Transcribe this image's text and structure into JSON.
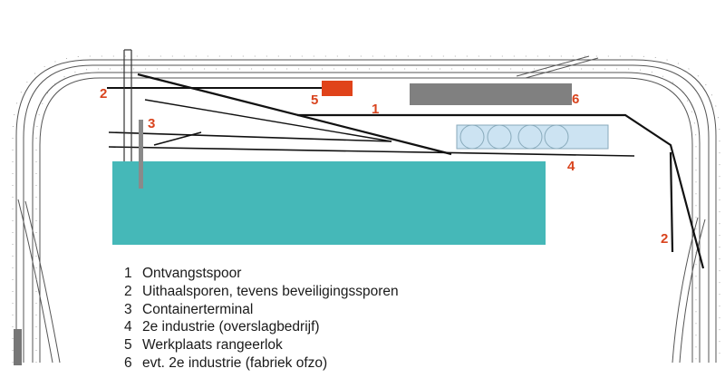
{
  "colors": {
    "label": "#d9441e",
    "track": "#111111",
    "terminal": "#45b8b8",
    "workshop": "#e0431a",
    "factory": "#808080",
    "crane": "#8a8a8a",
    "industry_box": "#cce3f2"
  },
  "labels": {
    "l1": "1",
    "l2a": "2",
    "l2b": "2",
    "l3": "3",
    "l4": "4",
    "l5": "5",
    "l6": "6"
  },
  "legend": [
    {
      "key": "1",
      "text": "Ontvangstspoor"
    },
    {
      "key": "2",
      "text": "Uithaalsporen, tevens beveiligingssporen"
    },
    {
      "key": "3",
      "text": "Containerterminal"
    },
    {
      "key": "4",
      "text": "2e industrie (overslagbedrijf)"
    },
    {
      "key": "5",
      "text": "Werkplaats rangeerlok"
    },
    {
      "key": "6",
      "text": "evt. 2e industrie (fabriek ofzo)"
    }
  ]
}
